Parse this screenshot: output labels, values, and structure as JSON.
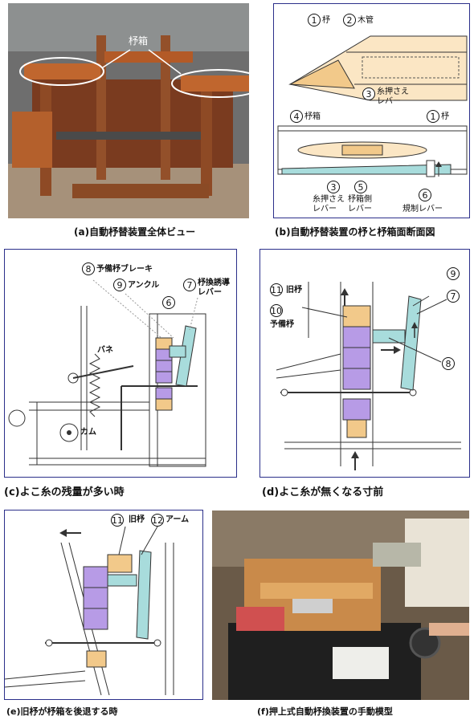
{
  "panel_a": {
    "caption": "(a)自動杼替装置全体ビュー",
    "callout": "杼箱"
  },
  "panel_b": {
    "caption": "(b)自動杼替装置の杼と杼箱面断面図",
    "labels": {
      "n1a": "1",
      "t1a": "杼",
      "n2": "2",
      "t2": "木管",
      "n3a": "3",
      "t3a_1": "糸押さえ",
      "t3a_2": "レバー",
      "n4": "4",
      "t4": "杼箱",
      "n1b": "1",
      "t1b": "杼",
      "n3b": "3",
      "t3b_1": "糸押さえ",
      "t3b_2": "レバー",
      "n5": "5",
      "t5_1": "杼箱側",
      "t5_2": "レバー",
      "n6": "6",
      "t6": "規制レバー"
    }
  },
  "panel_c": {
    "caption": "(c)よこ糸の残量が多い時",
    "labels": {
      "n8": "8",
      "t8": "予備杼ブレーキ",
      "n9": "9",
      "t9": "アンクル",
      "n7": "7",
      "t7_1": "杼換誘導",
      "t7_2": "レバー",
      "n6": "6",
      "spring": "バネ",
      "cam": "カム"
    }
  },
  "panel_d": {
    "caption": "(d)よこ糸が無くなる寸前",
    "labels": {
      "n9": "9",
      "n7": "7",
      "n11": "11",
      "t11": "旧杼",
      "n10": "10",
      "t10": "予備杼",
      "n8": "8"
    }
  },
  "panel_e": {
    "caption": "(e)旧杼が杼箱を後退する時",
    "labels": {
      "n11": "11",
      "t11": "旧杼",
      "n12": "12",
      "t12": "アーム"
    }
  },
  "panel_f": {
    "caption": "(f)押上式自動杼換装置の手動模型"
  },
  "colors": {
    "frame": "#2b2f8a",
    "shuttle_purple": "#b79be6",
    "wood_tan": "#f2c98a",
    "lever_cyan": "#a8dcdc"
  }
}
